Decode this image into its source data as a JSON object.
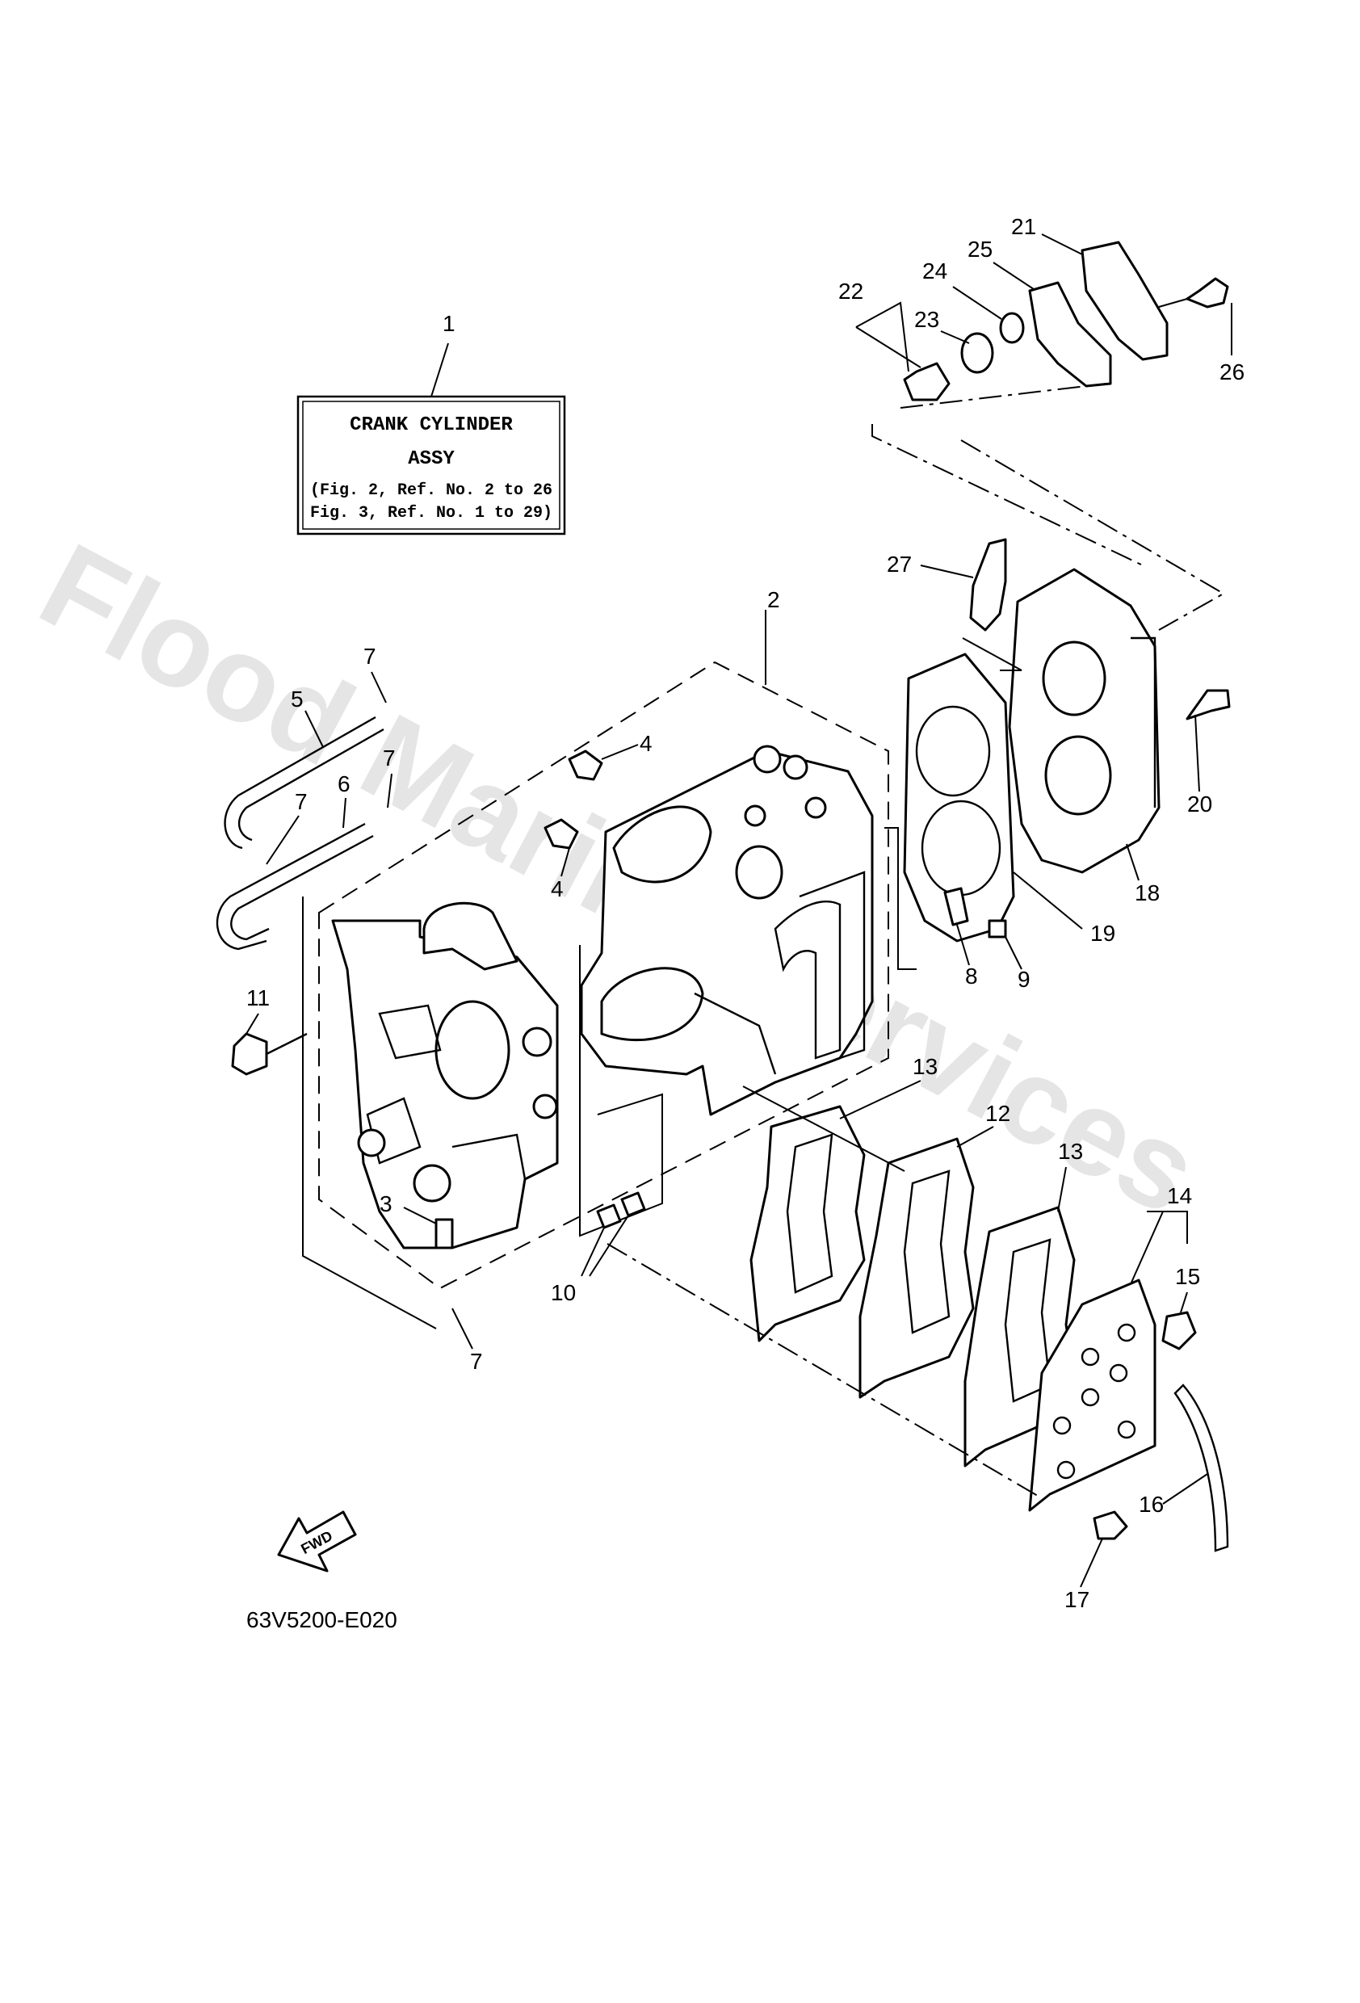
{
  "watermark": "Flood Marine Services",
  "label_box": {
    "line1": "CRANK CYLINDER",
    "line2": "ASSY",
    "line3": "(Fig. 2, Ref. No. 2 to 26",
    "line4": "Fig. 3, Ref. No. 1 to 29)"
  },
  "fwd_label": "FWD",
  "figure_code": "63V5200-E020",
  "callouts": {
    "c1": "1",
    "c2": "2",
    "c3": "3",
    "c4a": "4",
    "c4b": "4",
    "c5": "5",
    "c6": "6",
    "c7a": "7",
    "c7b": "7",
    "c7c": "7",
    "c7d": "7",
    "c8": "8",
    "c9": "9",
    "c10": "10",
    "c11": "11",
    "c12": "12",
    "c13a": "13",
    "c13b": "13",
    "c14": "14",
    "c15": "15",
    "c16": "16",
    "c17": "17",
    "c18": "18",
    "c19": "19",
    "c20": "20",
    "c21": "21",
    "c22": "22",
    "c23": "23",
    "c24": "24",
    "c25": "25",
    "c26": "26",
    "c27": "27"
  }
}
